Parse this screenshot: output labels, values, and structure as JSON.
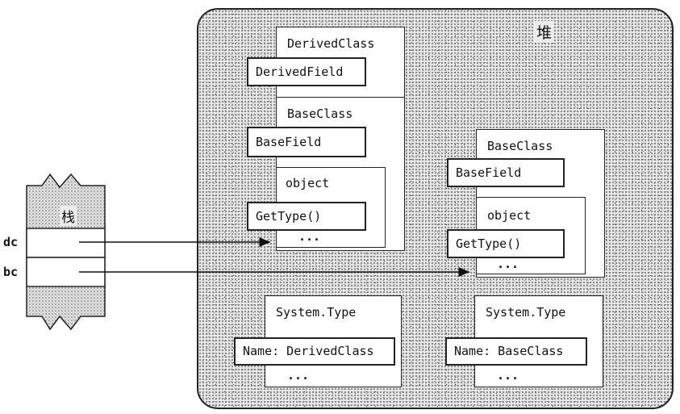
{
  "heap": {
    "label": "堆"
  },
  "stack": {
    "label": "栈",
    "vars": [
      "dc",
      "bc"
    ]
  },
  "derived_object": {
    "derived_class": "DerivedClass",
    "derived_field": "DerivedField",
    "base_class": "BaseClass",
    "base_field": "BaseField",
    "object": "object",
    "get_type": "GetType()",
    "ellipsis": "..."
  },
  "base_object": {
    "base_class": "BaseClass",
    "base_field": "BaseField",
    "object": "object",
    "get_type": "GetType()",
    "ellipsis": "..."
  },
  "type_objects": [
    {
      "title": "System.Type",
      "name_field": "Name: DerivedClass",
      "ellipsis": "..."
    },
    {
      "title": "System.Type",
      "name_field": "Name: BaseClass",
      "ellipsis": "..."
    }
  ]
}
